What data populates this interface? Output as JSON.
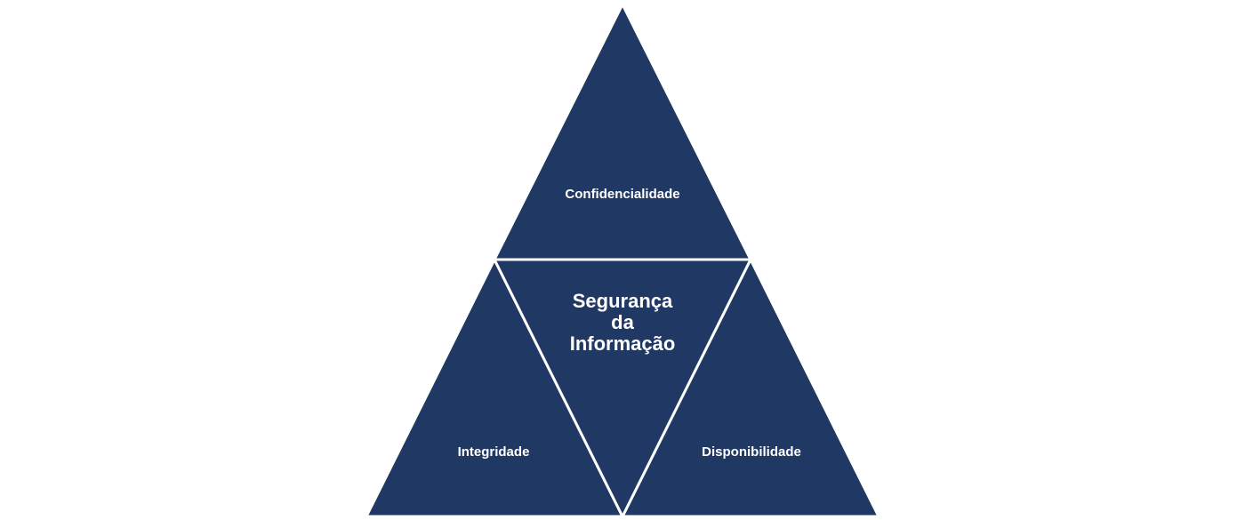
{
  "diagram": {
    "center": {
      "line1": "Segurança",
      "line2": "da",
      "line3": "Informação"
    },
    "top": {
      "label": "Confidencialidade"
    },
    "left": {
      "label": "Integridade"
    },
    "right": {
      "label": "Disponibilidade"
    },
    "colors": {
      "fill": "#203864",
      "divider": "#ffffff",
      "text": "#ffffff"
    }
  }
}
